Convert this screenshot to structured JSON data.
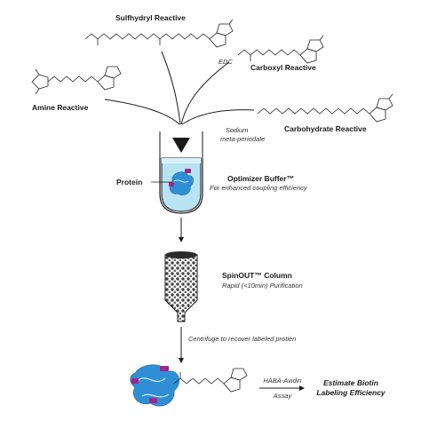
{
  "reagents": {
    "sulfhydryl": "Sulfhydryl Reactive",
    "edc": "EDC",
    "carboxyl": "Carboxyl Reactive",
    "amine": "Amine Reactive",
    "sodium": "Sodium",
    "meta_periodate": "meta-periodate",
    "carbohydrate": "Carbohydrate Reactive"
  },
  "reaction": {
    "protein": "Protein",
    "buffer_title": "Optimizer Buffer™",
    "buffer_desc": "For enhanced coupling efficiency"
  },
  "column": {
    "title": "SpinOUT™ Column",
    "desc": "Rapid (<10min) Purification"
  },
  "steps": {
    "centrifuge": "Centrifuge to recover labeled protien",
    "haba_line1": "HABA-Avidin",
    "haba_line2": "Assay",
    "estimate_line1": "Estimate Biotin",
    "estimate_line2": "Labeling Efficiency"
  },
  "colors": {
    "ink": "#1a1a1a",
    "protein_blue": "#2f8fd6",
    "protein_magenta": "#a0258c",
    "buffer_cyan": "#9fd9ee",
    "column_dots": "#555555"
  }
}
